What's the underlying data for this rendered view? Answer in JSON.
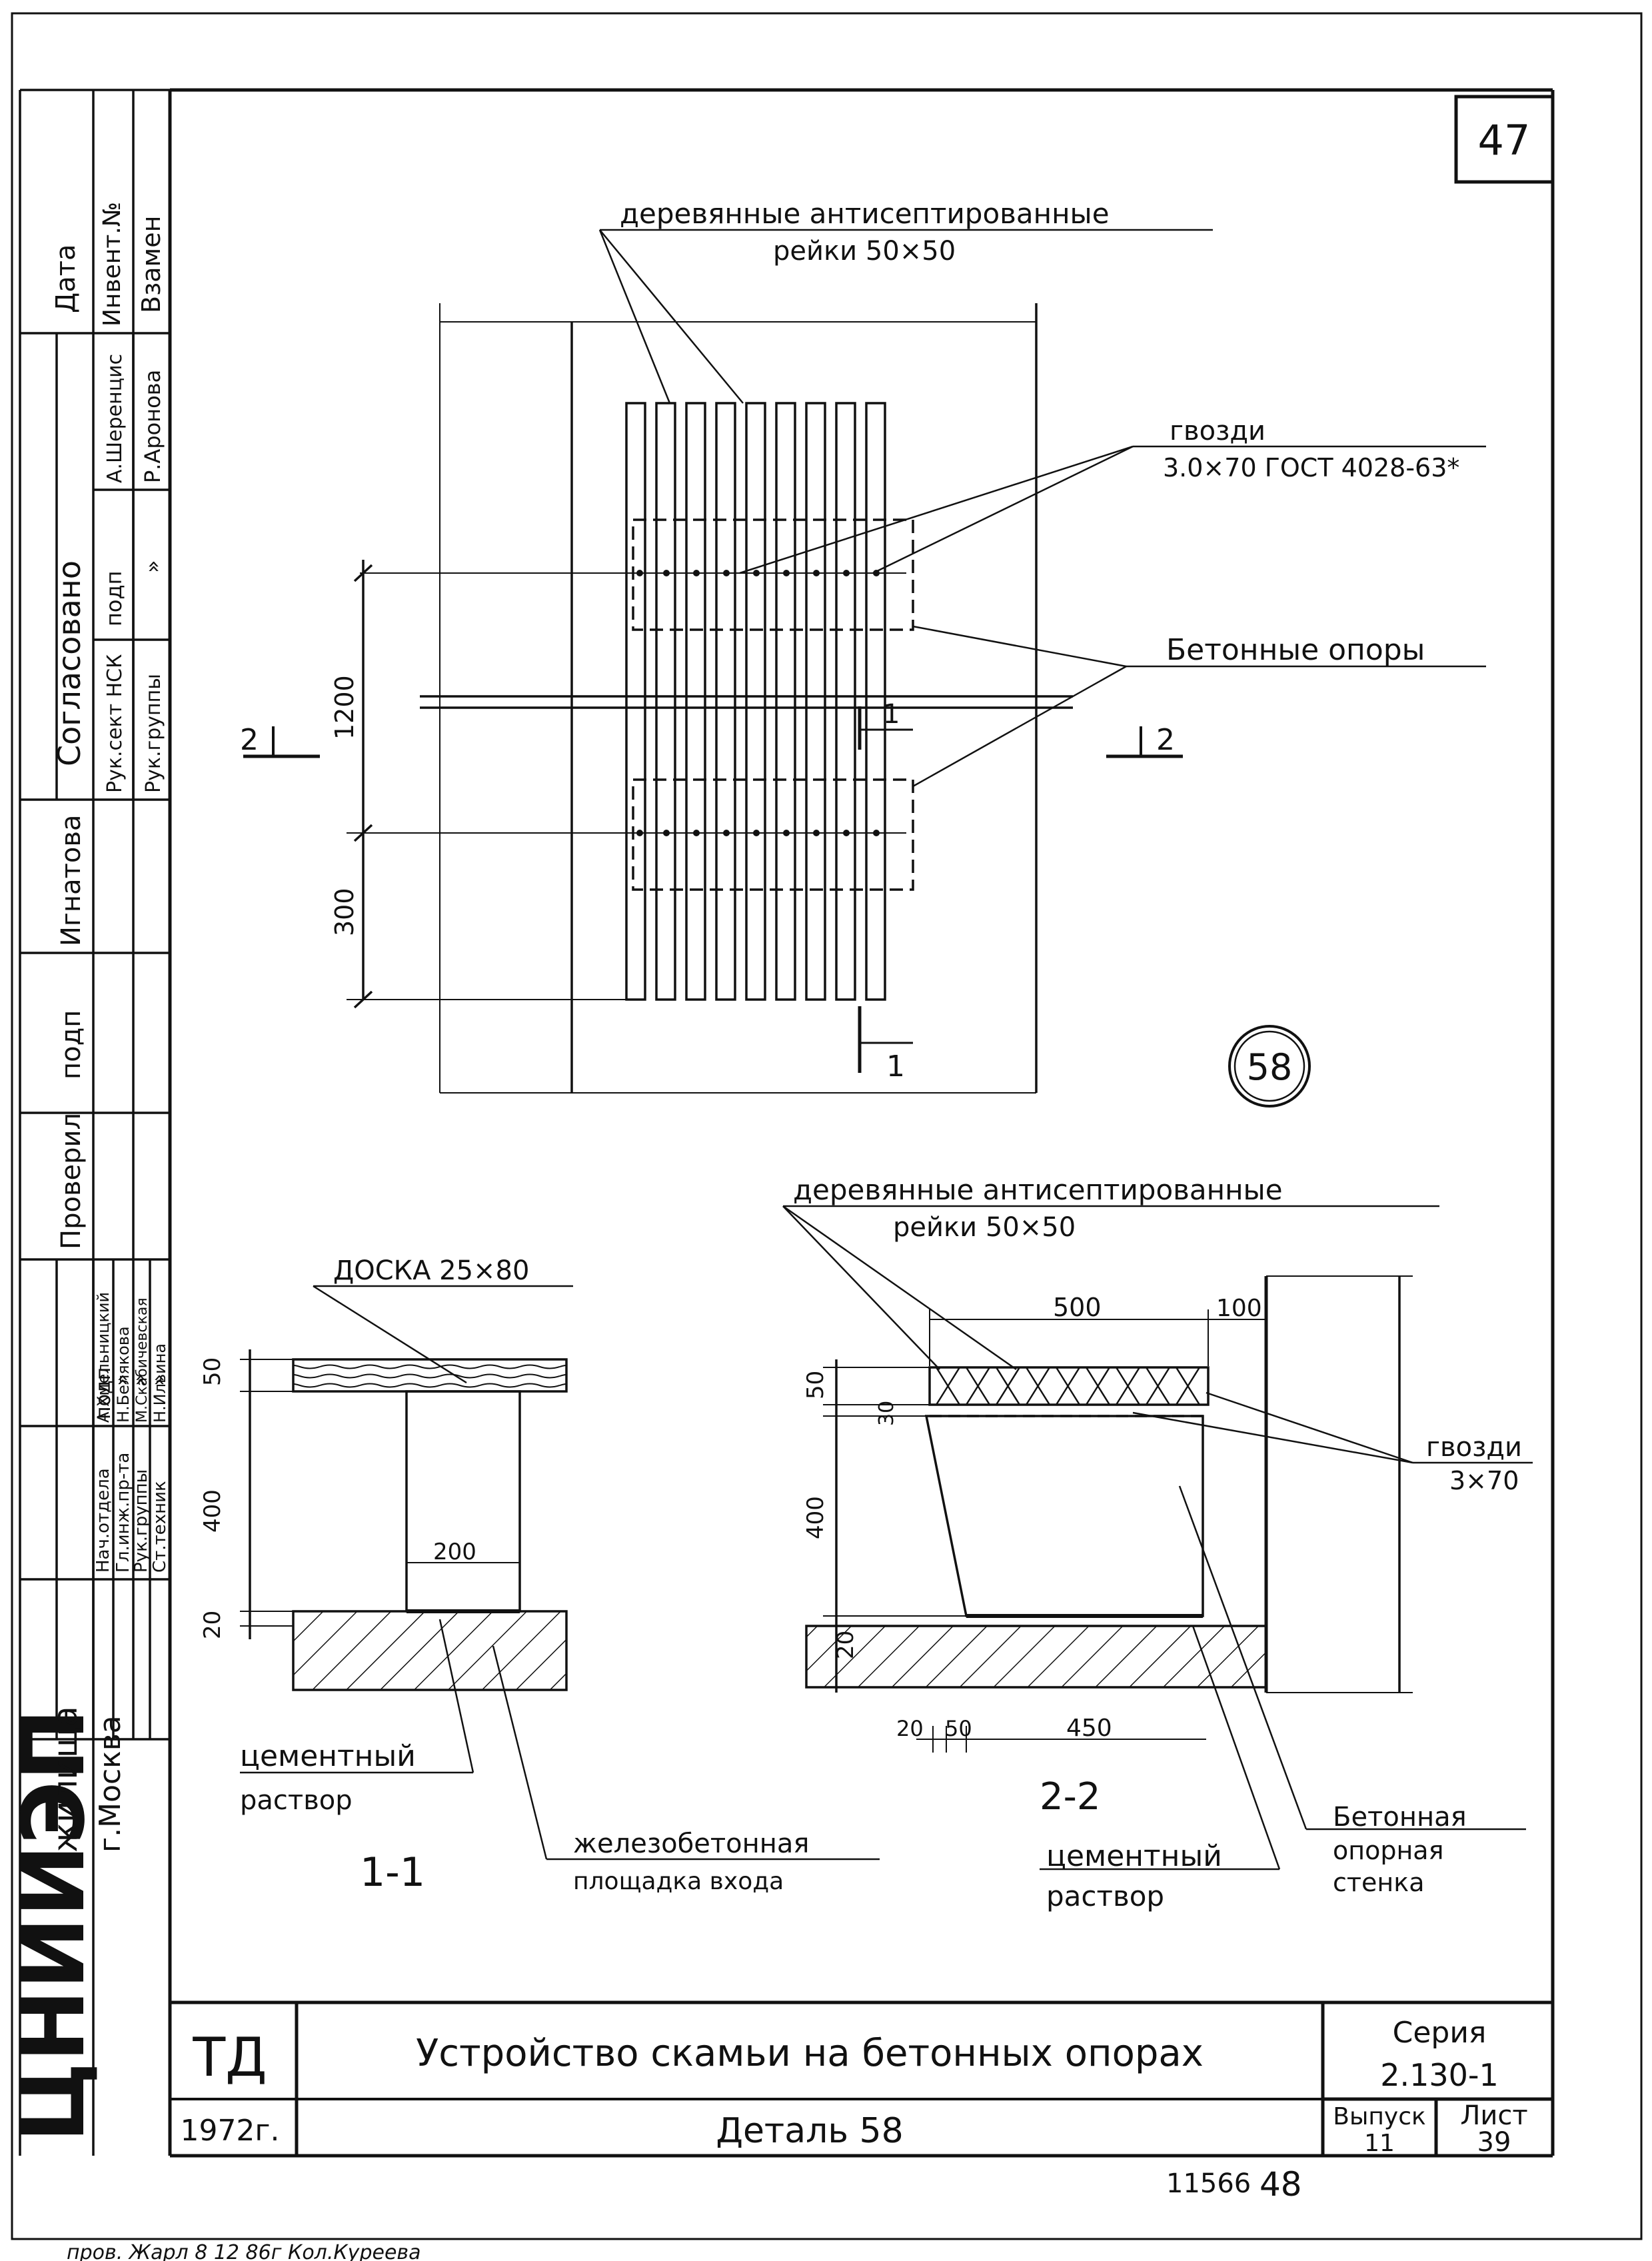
{
  "sheet_corner_number": "47",
  "detail_number": "58",
  "plan": {
    "slats_label_line1": "деревянные антисептированные",
    "slats_label_line2": "рейки   50×50",
    "nails_label_line1": "гвозди",
    "nails_label_line2": "3.0×70  ГОСТ 4028-63*",
    "supports_label": "Бетонные  опоры",
    "dim_1200": "1200",
    "dim_300": "300",
    "cut2_left": "2",
    "cut2_right": "2",
    "cut1_top": "1",
    "cut1_bottom": "1"
  },
  "section_1_1": {
    "board_label": "ДОСКА  25×80",
    "dim_50": "50",
    "dim_400": "400",
    "dim_200": "200",
    "dim_20": "20",
    "mortar_line1": "цементный",
    "mortar_line2": "раствор",
    "title": "1-1",
    "platform_line1": "железобетонная",
    "platform_line2": "площадка   входа"
  },
  "section_2_2": {
    "slats_label_line1": "деревянные  антисептированные",
    "slats_label_line2": "рейки   50×50",
    "dim_500": "500",
    "dim_100": "100",
    "dim_50": "50",
    "dim_30": "30",
    "dim_400": "400",
    "dim_20": "20",
    "dim_20b": "20",
    "dim_50b": "50",
    "dim_450": "450",
    "nails_line1": "гвозди",
    "nails_line2": "3×70",
    "title": "2-2",
    "wall_line1": "Бетонная",
    "wall_line2": "опорная",
    "wall_line3": "стенка",
    "mortar_line1": "цементный",
    "mortar_line2": "раствор"
  },
  "side_stamp": {
    "col1": [
      "Дата",
      "Инвент.№",
      "Взамен"
    ],
    "agreed": "Согласовано",
    "row_a": [
      "Рук.сект НСК",
      "подп",
      "А.Шеренцис"
    ],
    "row_b": [
      "Рук.группы",
      "»",
      "Р.Аронова"
    ],
    "ignatova": "Игнатова",
    "podp": "подп",
    "checked": "Проверил",
    "roles": [
      "Нач.отдела",
      "Гл.инж.пр-та",
      "Рук.группы",
      "Ст.техник"
    ],
    "sign": [
      "подп",
      "»",
      "»",
      "»"
    ],
    "names": [
      "А.Хмельницкий",
      "Н.Белякова",
      "М.Скабичевская",
      "Н.Ильина"
    ],
    "org_big": "ЦНИИЭП",
    "org_small": "жилища",
    "org_city": "г.Москва"
  },
  "title_block": {
    "code": "ТД",
    "year": "1972г.",
    "title": "Устройство  скамьи  на  бетонных  опорах",
    "subtitle": "Деталь  58",
    "series_label": "Серия",
    "series_value": "2.130-1",
    "issue_label": "Выпуск",
    "issue_value": "11",
    "sheet_label": "Лист",
    "sheet_value": "39"
  },
  "bottom_number": "11566",
  "bottom_number2": "48",
  "footer_handwriting": "пров.  Жарл   8 12 86г  Кол.Куреева"
}
